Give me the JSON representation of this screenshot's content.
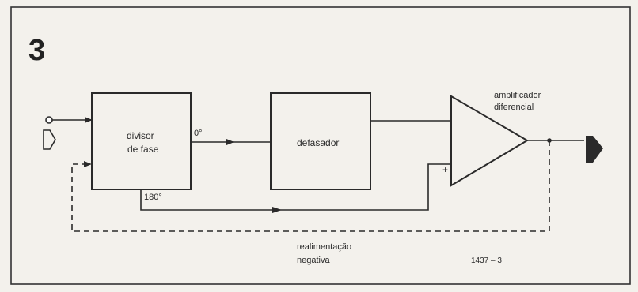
{
  "figure_number": "3",
  "blocks": {
    "phase_splitter": [
      "divisor",
      "de fase"
    ],
    "phase_shifter": "defasador",
    "amplifier": [
      "amplificador",
      "diferencial"
    ]
  },
  "terminals": {
    "out_0": "0°",
    "out_180": "180°",
    "inv_input": "–",
    "noninv_input": "+"
  },
  "feedback_label": [
    "realimentação",
    "negativa"
  ],
  "figure_code": "1437 – 3"
}
